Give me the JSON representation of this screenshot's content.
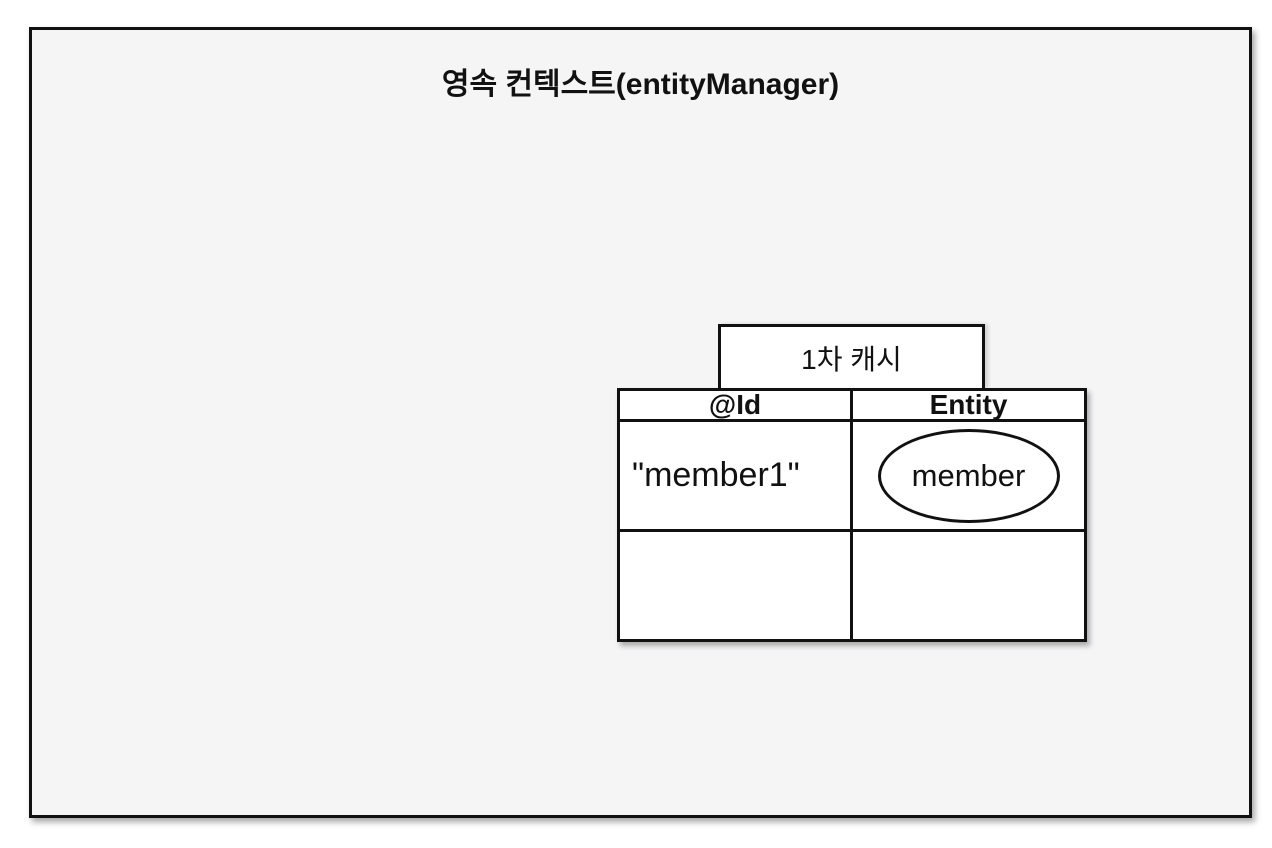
{
  "colors": {
    "page_background": "#ffffff",
    "context_background": "#f5f5f6",
    "line_color": "#111111",
    "box_background": "#ffffff"
  },
  "diagram": {
    "title": "영속 컨텍스트(entityManager)",
    "first_level_cache": {
      "label": "1차 캐시",
      "table": {
        "headers": [
          "@Id",
          "Entity"
        ],
        "rows": [
          {
            "id": "\"member1\"",
            "entity": "member"
          },
          {
            "id": "",
            "entity": ""
          }
        ]
      }
    }
  }
}
